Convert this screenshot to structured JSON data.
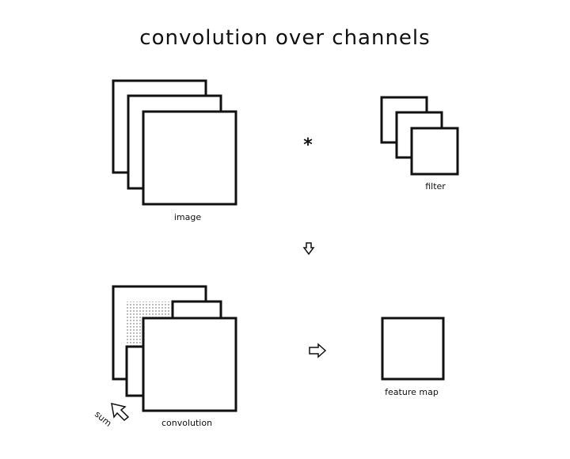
{
  "title": "convolution over channels",
  "labels": {
    "image": "image",
    "filter": "filter",
    "convolution": "convolution",
    "feature_map": "feature map",
    "sum": "sum"
  },
  "symbols": {
    "operator": "*"
  },
  "colors": {
    "stroke": "#111111",
    "background": "#ffffff",
    "dots": "#555555"
  }
}
